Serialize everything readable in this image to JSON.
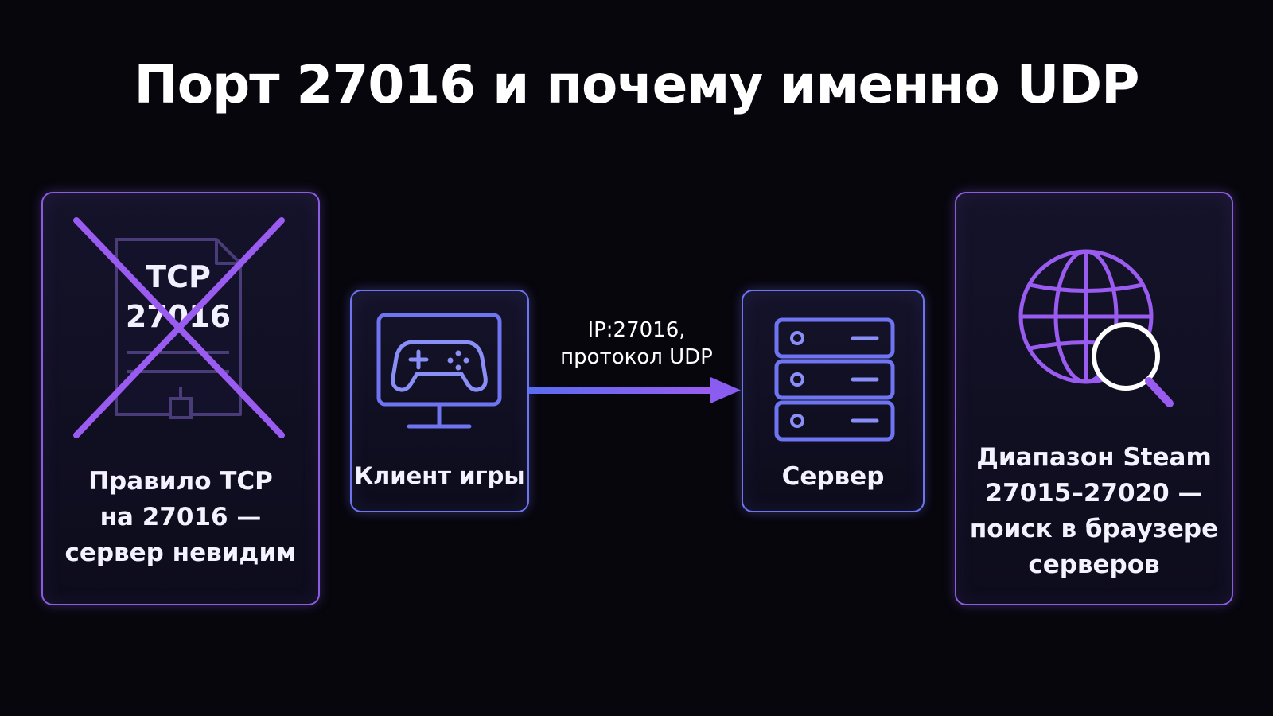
{
  "title": "Порт 27016 и почему именно UDP",
  "colors": {
    "background": "#07060d",
    "purple": "#8a5ce0",
    "blue": "#6f74f0",
    "cross": "#9a5cf0"
  },
  "tcp_card": {
    "icon": "crossed-document-icon",
    "doc_line1": "TCP",
    "doc_line2": "27016",
    "label_lines": [
      "Правило TCP",
      "на 27016 —",
      "сервер невидим"
    ]
  },
  "client_card": {
    "icon": "gamepad-monitor-icon",
    "label": "Клиент игры"
  },
  "connector": {
    "label_lines": [
      "IP:27016,",
      "протокол UDP"
    ]
  },
  "server_card": {
    "icon": "server-rack-icon",
    "label": "Сервер"
  },
  "steam_card": {
    "icon": "globe-search-icon",
    "label_lines": [
      "Диапазон Steam",
      "27015–27020 —",
      "поиск в браузере",
      "серверов"
    ]
  }
}
